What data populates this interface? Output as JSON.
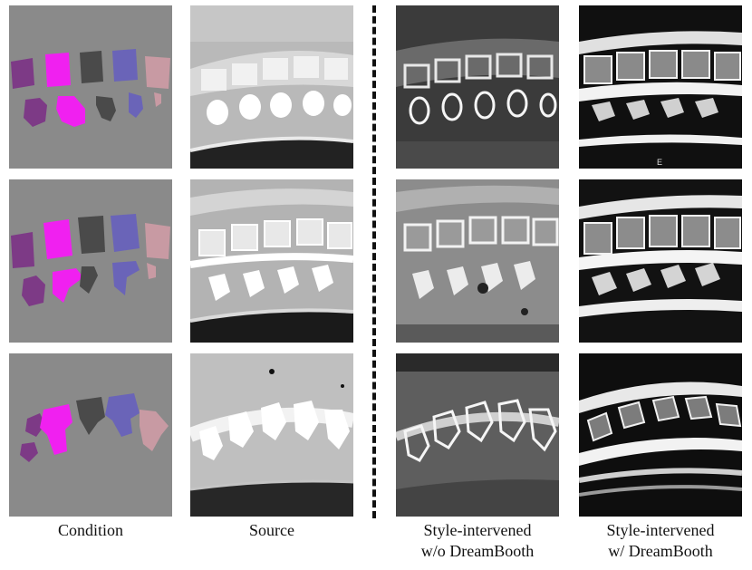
{
  "columns": [
    {
      "key": "condition",
      "lines": [
        "Condition"
      ]
    },
    {
      "key": "source",
      "lines": [
        "Source"
      ]
    },
    {
      "key": "style_wo",
      "lines": [
        "Style-intervened",
        "w/o DreamBooth"
      ]
    },
    {
      "key": "style_w",
      "lines": [
        "Style-intervened",
        "w/ DreamBooth"
      ]
    }
  ],
  "colors": {
    "background_gray": "#8a8a8a",
    "purple": "#7d3a86",
    "magenta": "#f020f0",
    "dark_gray": "#4a4a4a",
    "slate_blue": "#6a64b8",
    "pink": "#c89aa3"
  },
  "mri_marker": "E"
}
